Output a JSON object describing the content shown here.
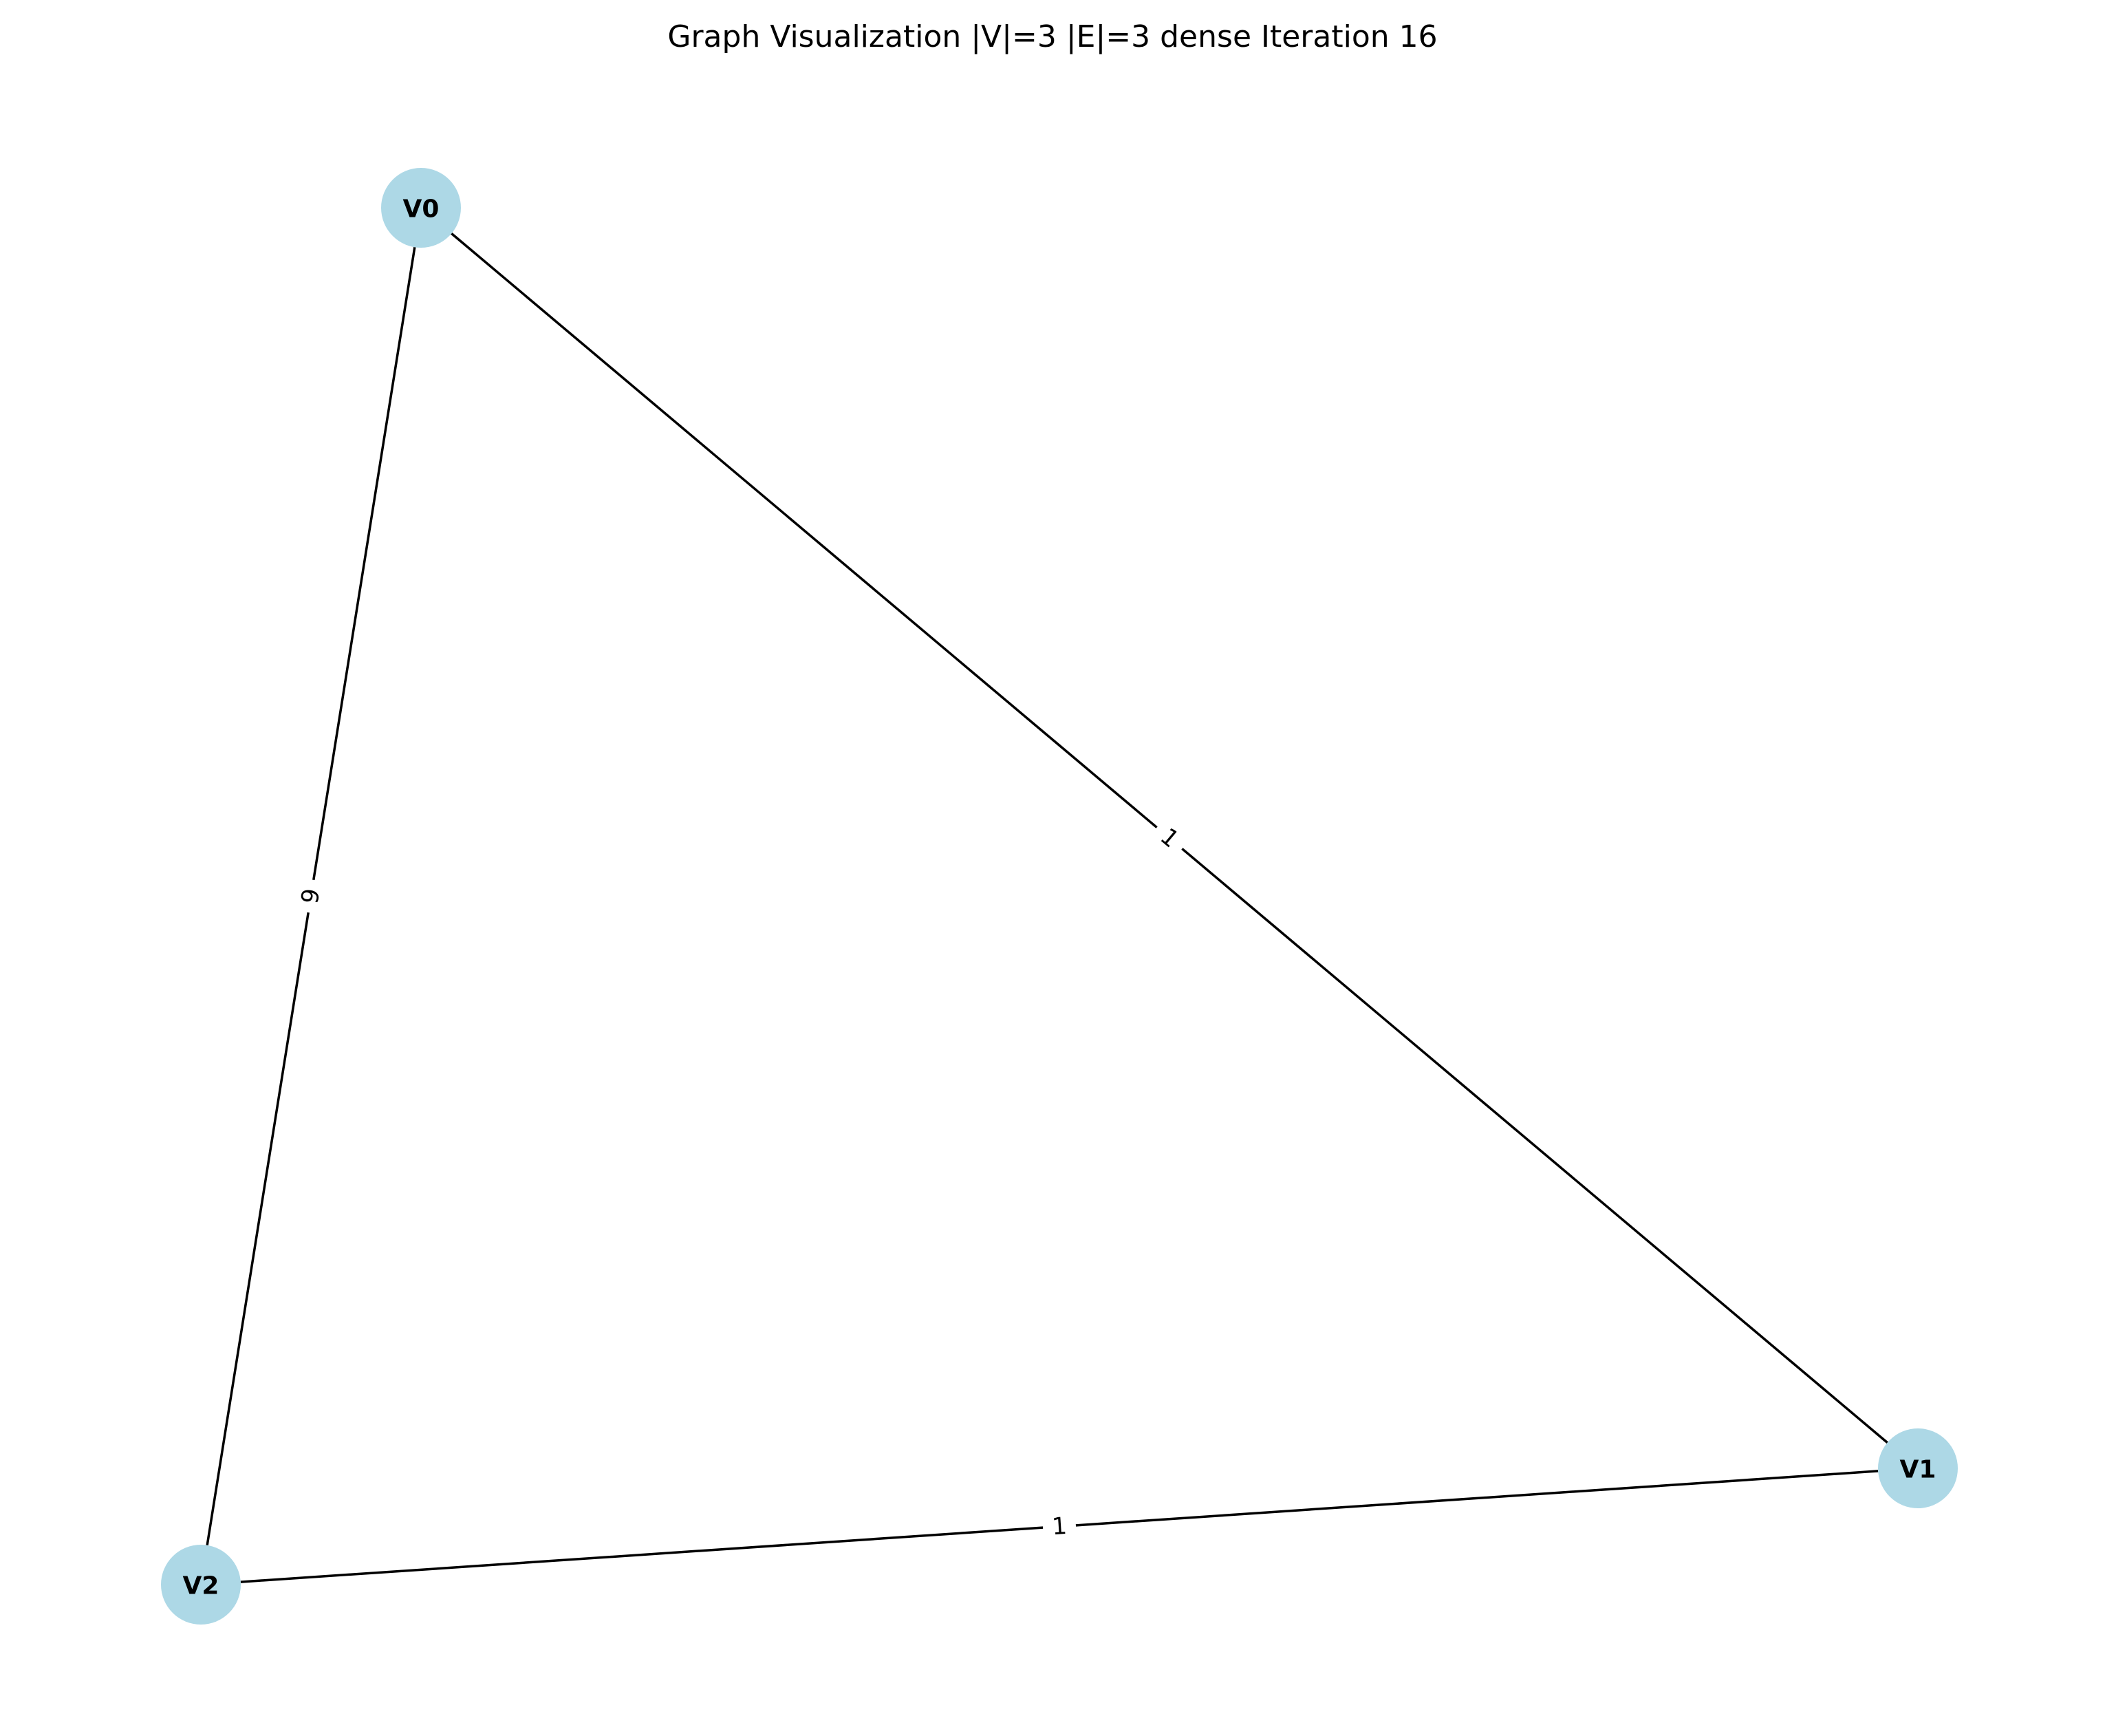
{
  "title": "Graph Visualization |V|=3 |E|=3 dense Iteration 16",
  "colors": {
    "node_fill": "#add8e6",
    "edge": "#000000",
    "text": "#000000",
    "background": "#ffffff"
  },
  "nodes": [
    {
      "id": "V0",
      "label": "V0"
    },
    {
      "id": "V1",
      "label": "V1"
    },
    {
      "id": "V2",
      "label": "V2"
    }
  ],
  "edges": [
    {
      "source": "V0",
      "target": "V2",
      "label": "9"
    },
    {
      "source": "V0",
      "target": "V1",
      "label": "1"
    },
    {
      "source": "V2",
      "target": "V1",
      "label": "1"
    }
  ]
}
